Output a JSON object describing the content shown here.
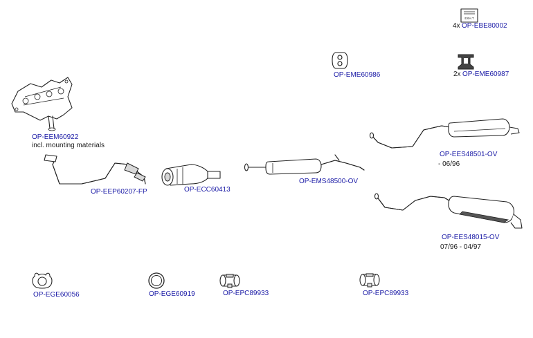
{
  "parts": {
    "ebe80002": {
      "qty": "4x",
      "code": "OP-EBE80002"
    },
    "eme60986": {
      "code": "OP-EME60986"
    },
    "eme60987": {
      "qty": "2x",
      "code": "OP-EME60987"
    },
    "eem60922": {
      "code": "OP-EEM60922",
      "note": "incl. mounting materials"
    },
    "ees48501": {
      "code": "OP-EES48501-OV",
      "note": "- 06/96"
    },
    "eep60207": {
      "code": "OP-EEP60207-FP"
    },
    "ecc60413": {
      "code": "OP-ECC60413"
    },
    "ems48500": {
      "code": "OP-EMS48500-OV"
    },
    "ees48015": {
      "code": "OP-EES48015-OV",
      "note": "07/96 - 04/97"
    },
    "ege60056": {
      "code": "OP-EGE60056"
    },
    "ege60919": {
      "code": "OP-EGE60919"
    },
    "epc89933a": {
      "code": "OP-EPC89933"
    },
    "epc89933b": {
      "code": "OP-EPC89933"
    }
  },
  "decor": {
    "label_sticker_text": "EXH.T"
  }
}
